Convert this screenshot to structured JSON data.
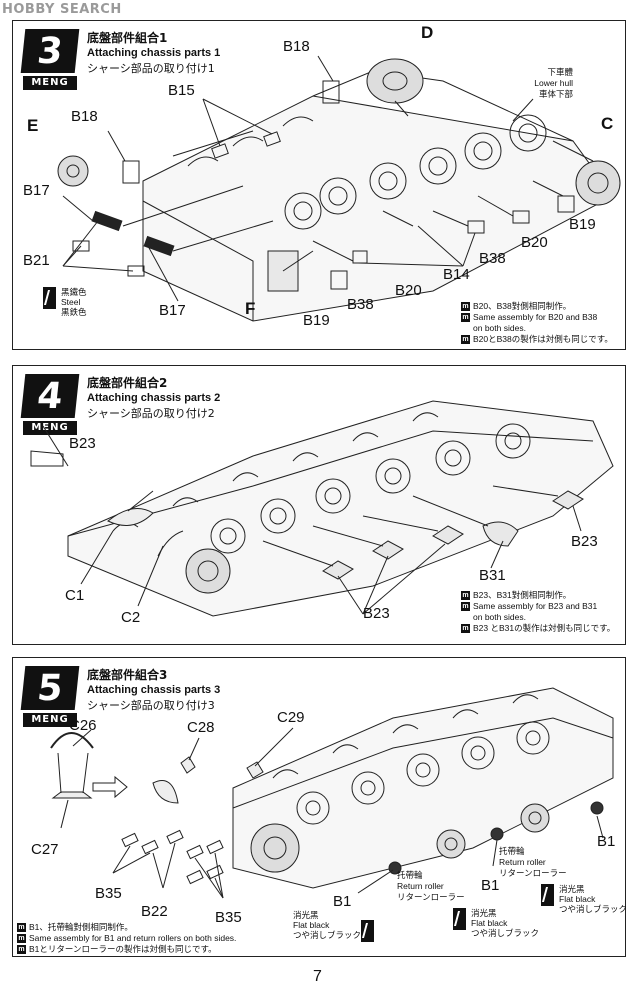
{
  "watermark": "HOBBY SEARCH",
  "page_number": "7",
  "steps": [
    {
      "number": "3",
      "brand": "MENG",
      "title_zh": "底盤部件組合1",
      "title_en": "Attaching chassis parts 1",
      "title_jp": "シャーシ部品の取り付け1",
      "labels": {
        "D": "D",
        "E": "E",
        "C": "C",
        "F": "F",
        "B18a": "B18",
        "B18b": "B18",
        "B15": "B15",
        "B17a": "B17",
        "B17b": "B17",
        "B21": "B21",
        "B19a": "B19",
        "B19b": "B19",
        "B20a": "B20",
        "B20b": "B20",
        "B14": "B14",
        "B38a": "B38",
        "B38b": "B38"
      },
      "lower_hull": {
        "zh": "下車體",
        "en": "Lower hull",
        "jp": "車体下部"
      },
      "paint": {
        "zh": "黑鐵色",
        "en": "Steel",
        "jp": "黒鉄色"
      },
      "note": [
        "B20、B38對側相同制作。",
        "Same assembly for B20 and B38",
        "on both sides.",
        "B20とB38の製作は対側も同じです。"
      ]
    },
    {
      "number": "4",
      "brand": "MENG",
      "title_zh": "底盤部件組合2",
      "title_en": "Attaching chassis parts 2",
      "title_jp": "シャーシ部品の取り付け2",
      "labels": {
        "B23a": "B23",
        "B23b": "B23",
        "B23c": "B23",
        "B31": "B31",
        "C1": "C1",
        "C2": "C2"
      },
      "note": [
        "B23、B31對側相同制作。",
        "Same assembly for B23 and B31",
        "on both sides.",
        "B23 とB31の製作は対側も同じです。"
      ]
    },
    {
      "number": "5",
      "brand": "MENG",
      "title_zh": "底盤部件組合3",
      "title_en": "Attaching chassis parts 3",
      "title_jp": "シャーシ部品の取り付け3",
      "labels": {
        "C26": "C26",
        "C27": "C27",
        "C28": "C28",
        "C29": "C29",
        "B35a": "B35",
        "B35b": "B35",
        "B22": "B22",
        "B1a": "B1",
        "B1b": "B1",
        "B1c": "B1"
      },
      "roller_a": {
        "zh": "托帶輪",
        "en": "Return roller",
        "jp": "リターンローラー"
      },
      "roller_b": {
        "zh": "托帶輪",
        "en": "Return roller",
        "jp": "リターンローラー"
      },
      "paint_a": {
        "zh": "消光黑",
        "en": "Flat black",
        "jp": "つや消しブラック"
      },
      "paint_b": {
        "zh": "消光黑",
        "en": "Flat black",
        "jp": "つや消しブラック"
      },
      "paint_c": {
        "zh": "消光黑",
        "en": "Flat black",
        "jp": "つや消しブラック"
      },
      "note": [
        "B1、托帶輪對側相同制作。",
        "Same assembly for B1 and return rollers on both sides.",
        "B1とリターンローラーの製作は対側も同じです。"
      ]
    }
  ]
}
